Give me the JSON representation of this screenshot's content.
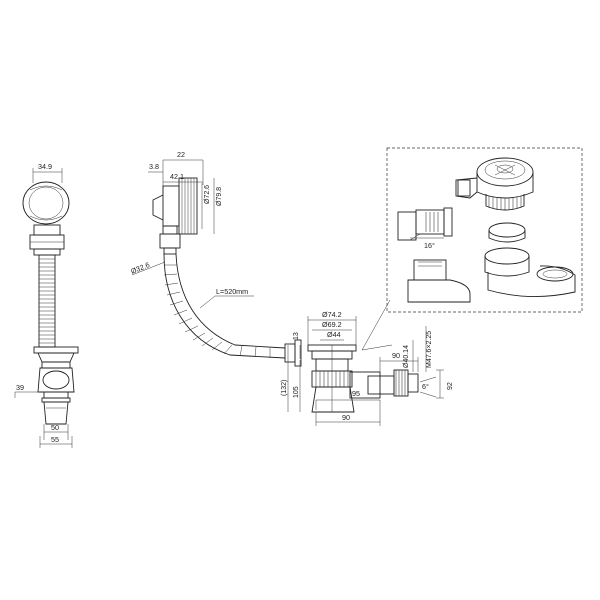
{
  "side_view": {
    "dims": {
      "top_width": "34.9",
      "trap_height": "39",
      "outlet_width": "50",
      "base_width": "55"
    }
  },
  "front_view": {
    "dims": {
      "a": "3.8",
      "b": "22",
      "c": "42.1",
      "d": "Ø79.8",
      "e": "Ø72.6",
      "pipe_dia": "Ø32.6",
      "pipe_length": "L=520mm",
      "w1": "Ø74.2",
      "w2": "Ø69.2",
      "w3": "Ø44",
      "top13": "13",
      "h105": "105",
      "h132": "(132)",
      "off95": "95",
      "base90": "90",
      "w90": "90",
      "d40": "Ø40.14",
      "m47": "M47.6×2.25",
      "ang6": "6°",
      "h92": "92"
    }
  },
  "detail": {
    "angle": "16°"
  },
  "colors": {
    "line": "#222222",
    "paper": "#ffffff"
  }
}
